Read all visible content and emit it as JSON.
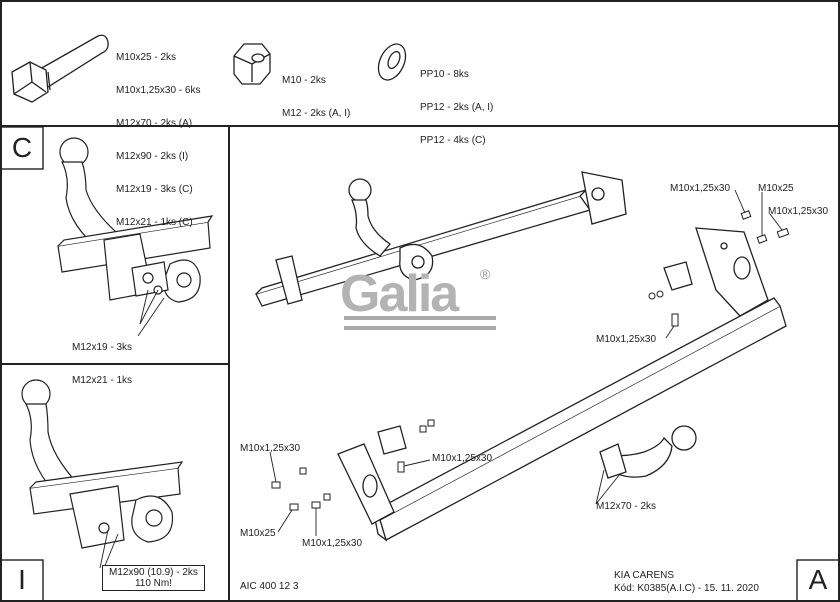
{
  "header": {
    "bolt_list": [
      "M10x25 - 2ks",
      "M10x1,25x30 - 6ks",
      "M12x70 - 2ks (A)",
      "M12x90 - 2ks (I)",
      "M12x19 - 3ks (C)",
      "M12x21 - 1ks (C)"
    ],
    "nut_list": [
      "M10 - 2ks",
      "M12 - 2ks (A, I)"
    ],
    "washer_list": [
      "PP10 - 8ks",
      "PP12 - 2ks (A, I)",
      "PP12 - 4ks (C)"
    ]
  },
  "panel_c": {
    "letter": "C",
    "callout": [
      "M12x19 - 3ks",
      "M12x21 - 1ks"
    ]
  },
  "panel_i": {
    "letter": "I",
    "callout": [
      "M12x90 (10.9) - 2ks",
      "110 Nm!"
    ]
  },
  "panel_a": {
    "letter": "A",
    "labels": {
      "top_r1": "M10x1,25x30",
      "top_r2": "M10x25",
      "top_r3": "M10x1,25x30",
      "mid_r": "M10x1,25x30",
      "left_1": "M10x1,25x30",
      "center": "M10x1,25x30",
      "left_2": "M10x25",
      "bottom": "M10x1,25x30",
      "ball": "M12x70 - 2ks"
    },
    "logo_text": "Galia",
    "logo_mark": "®"
  },
  "footer": {
    "code": "AIC 400 12 3",
    "model": "KIA CARENS",
    "kod": "Kód: K0385(A.I.C) - 15. 11. 2020"
  }
}
